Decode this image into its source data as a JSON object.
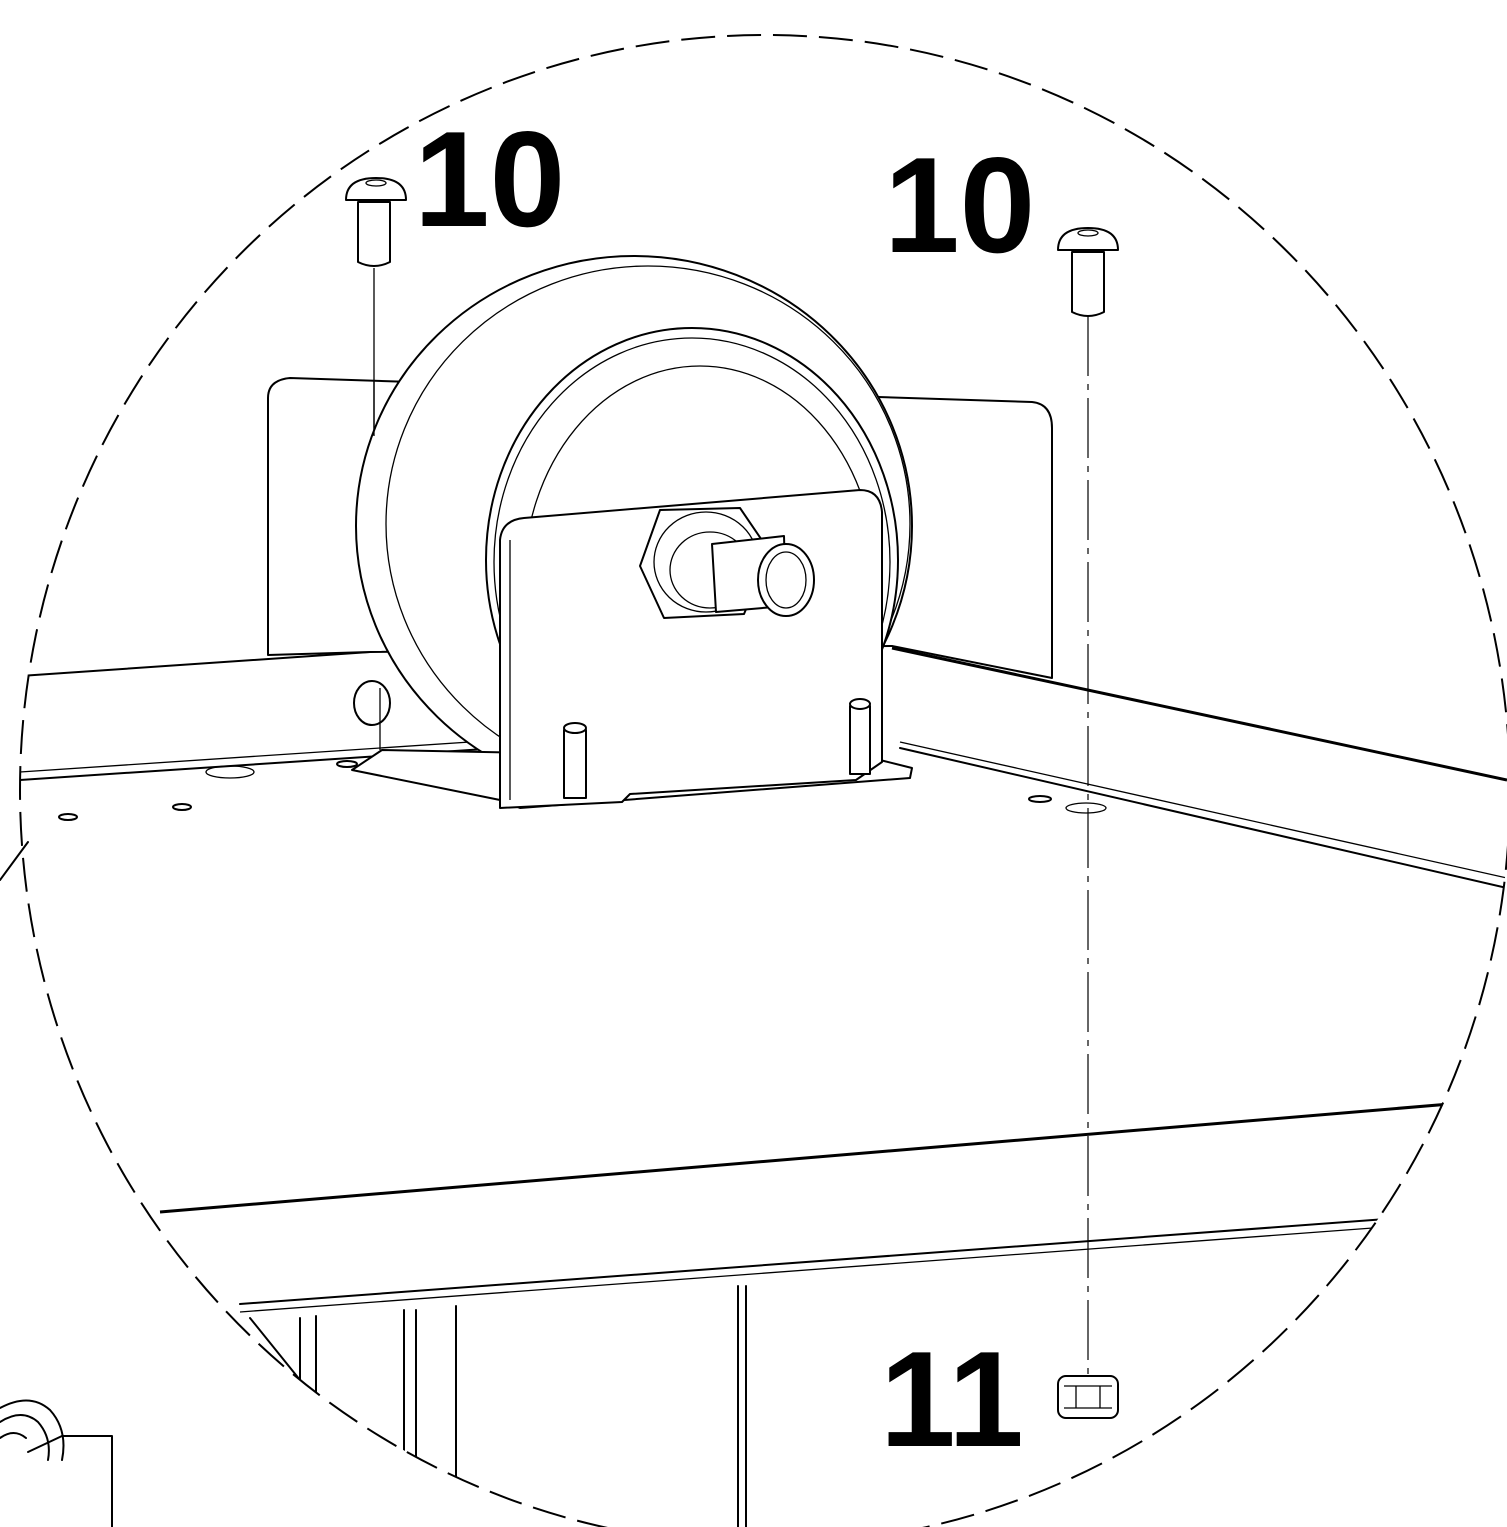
{
  "callouts": {
    "screw_left": "10",
    "screw_right": "10",
    "nut": "11"
  },
  "colors": {
    "line": "#000000",
    "background": "#ffffff"
  }
}
